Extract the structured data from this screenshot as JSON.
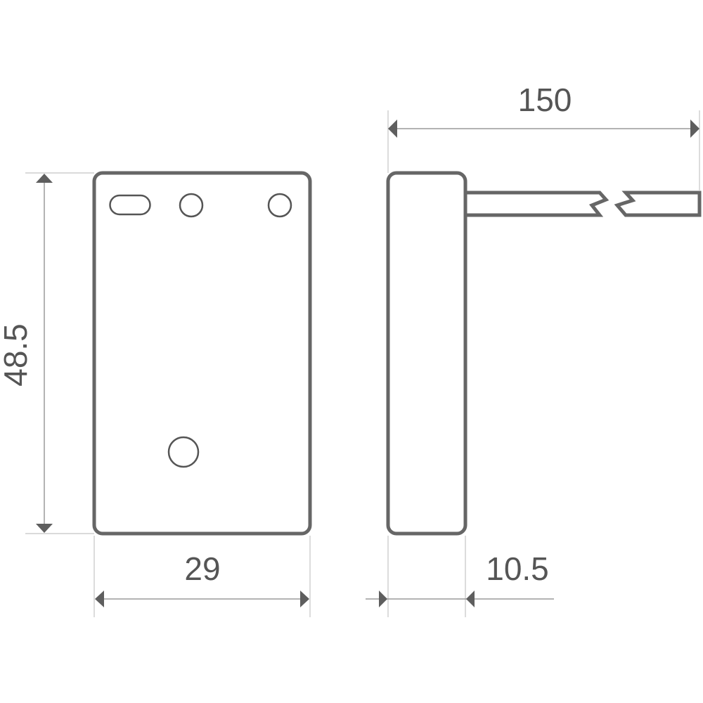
{
  "drawing": {
    "type": "technical dimension drawing",
    "views": [
      "front-view",
      "side-view"
    ],
    "colors": {
      "outline": "#666666",
      "dimension_line": "#9a9a9a",
      "text": "#555555",
      "background": "#ffffff"
    }
  },
  "dimensions": {
    "height": "48.5",
    "width": "29",
    "depth": "10.5",
    "cable_length": "150"
  }
}
